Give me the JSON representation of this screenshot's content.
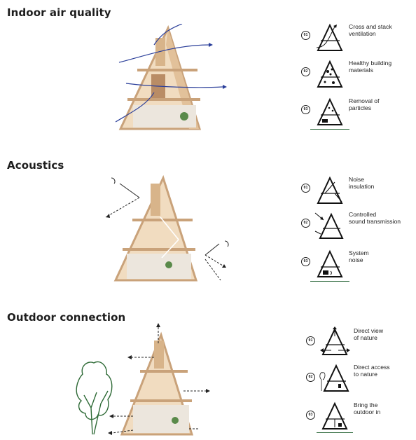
{
  "sections": [
    {
      "title": "Indoor air quality",
      "items": [
        {
          "num": "01",
          "label": "Cross and stack\nventilation"
        },
        {
          "num": "02",
          "label": "Healthy building\nmaterials"
        },
        {
          "num": "03",
          "label": "Removal of\nparticles"
        }
      ]
    },
    {
      "title": "Acoustics",
      "items": [
        {
          "num": "01",
          "label": "Noise\ninsulation"
        },
        {
          "num": "02",
          "label": "Controlled\nsound transmission"
        },
        {
          "num": "03",
          "label": "System\nnoise"
        }
      ]
    },
    {
      "title": "Outdoor connection",
      "items": [
        {
          "num": "01",
          "label": "Direct view\nof nature"
        },
        {
          "num": "02",
          "label": "Direct access\nto nature"
        },
        {
          "num": "03",
          "label": "Bring the\noutdoor in"
        }
      ]
    }
  ],
  "colors": {
    "wood": "#e7c9a3",
    "wood_dark": "#c9a27a",
    "arrow_blue": "#2b3f9a",
    "rule_green": "#2f6b3e",
    "tree_green": "#2e6a36"
  },
  "icons": [
    "house-section-icon",
    "tree-icon",
    "arrow-icon",
    "sound-wave-icon"
  ]
}
